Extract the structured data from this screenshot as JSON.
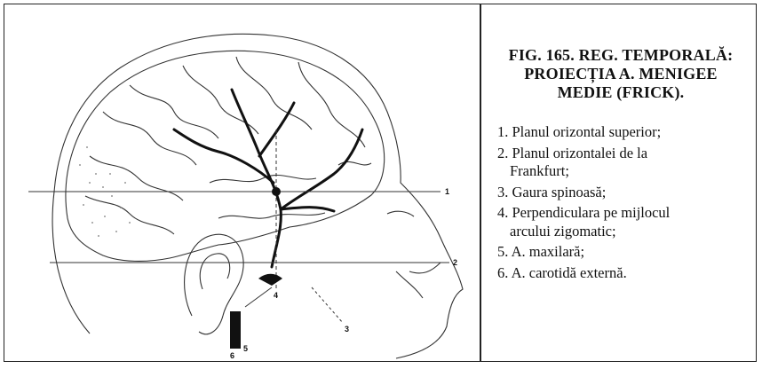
{
  "caption": {
    "title_lines": [
      "FIG. 165. REG. TEMPORALĂ:",
      "PROIECȚIA A. MENIGEE",
      "MEDIE (FRICK)."
    ],
    "items": [
      {
        "line1": "1. Planul orizontal superior;",
        "line2": ""
      },
      {
        "line1": "2. Planul orizontalei de la",
        "line2": "Frankfurt;"
      },
      {
        "line1": "3. Gaura spinoasă;",
        "line2": ""
      },
      {
        "line1": "4. Perpendiculara pe mijlocul",
        "line2": "arcului zigomatic;"
      },
      {
        "line1": "5. A. maxilară;",
        "line2": ""
      },
      {
        "line1": "6. A. carotidă externă.",
        "line2": ""
      }
    ]
  },
  "figure": {
    "labels": {
      "l1": "1",
      "l2": "2",
      "l3": "3",
      "l4": "4",
      "l5": "5",
      "l6": "6"
    }
  }
}
